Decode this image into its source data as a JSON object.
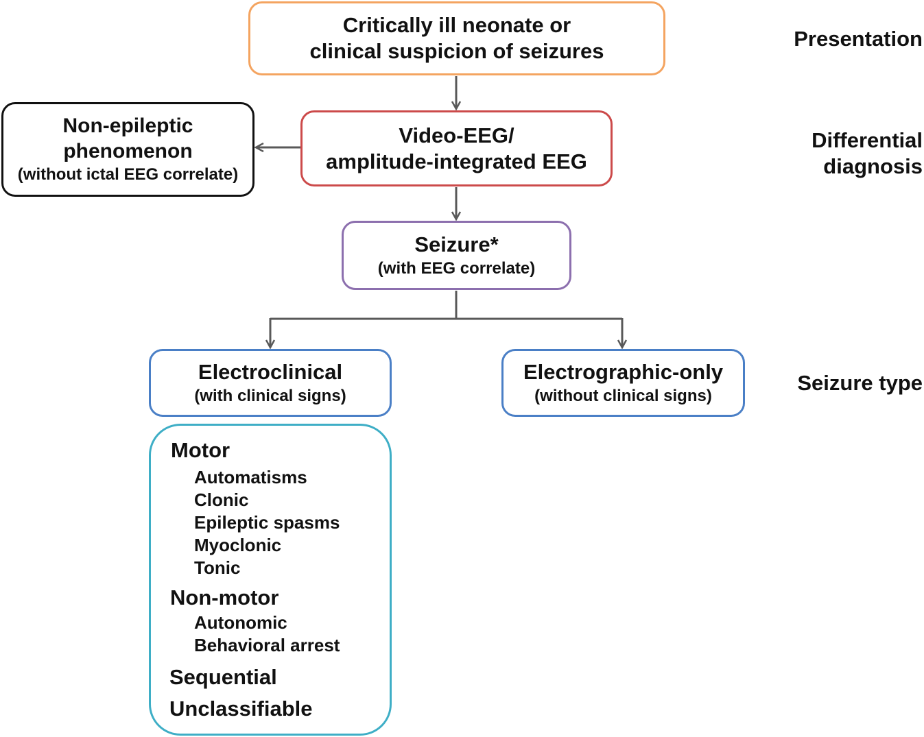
{
  "boxes": {
    "presentation": {
      "line1": "Critically ill neonate or",
      "line2": "clinical suspicion of seizures"
    },
    "non_epileptic": {
      "line1": "Non-epileptic",
      "line2": "phenomenon",
      "line3": "(without ictal EEG correlate)"
    },
    "eeg": {
      "line1": "Video-EEG/",
      "line2": "amplitude-integrated EEG"
    },
    "seizure": {
      "line1": "Seizure*",
      "line2": "(with EEG correlate)"
    },
    "electroclinical": {
      "line1": "Electroclinical",
      "line2": "(with clinical signs)"
    },
    "electrographic": {
      "line1": "Electrographic-only",
      "line2": "(without clinical signs)"
    }
  },
  "seizure_types": {
    "motor": {
      "label": "Motor",
      "items": [
        "Automatisms",
        "Clonic",
        "Epileptic spasms",
        "Myoclonic",
        "Tonic"
      ]
    },
    "non_motor": {
      "label": "Non-motor",
      "items": [
        "Autonomic",
        "Behavioral arrest"
      ]
    },
    "sequential": "Sequential",
    "unclassifiable": "Unclassifiable"
  },
  "stages": {
    "presentation": "Presentation",
    "differential_line1": "Differential",
    "differential_line2": "diagnosis",
    "seizure_type": "Seizure type"
  },
  "colors": {
    "presentation_border": "#f4a460",
    "non_epileptic_border": "#111111",
    "eeg_border": "#cc4a4a",
    "seizure_border": "#8c6fae",
    "seizure_type_border": "#4a7fc6",
    "types_list_border": "#3eaec6",
    "connector": "#595959"
  }
}
